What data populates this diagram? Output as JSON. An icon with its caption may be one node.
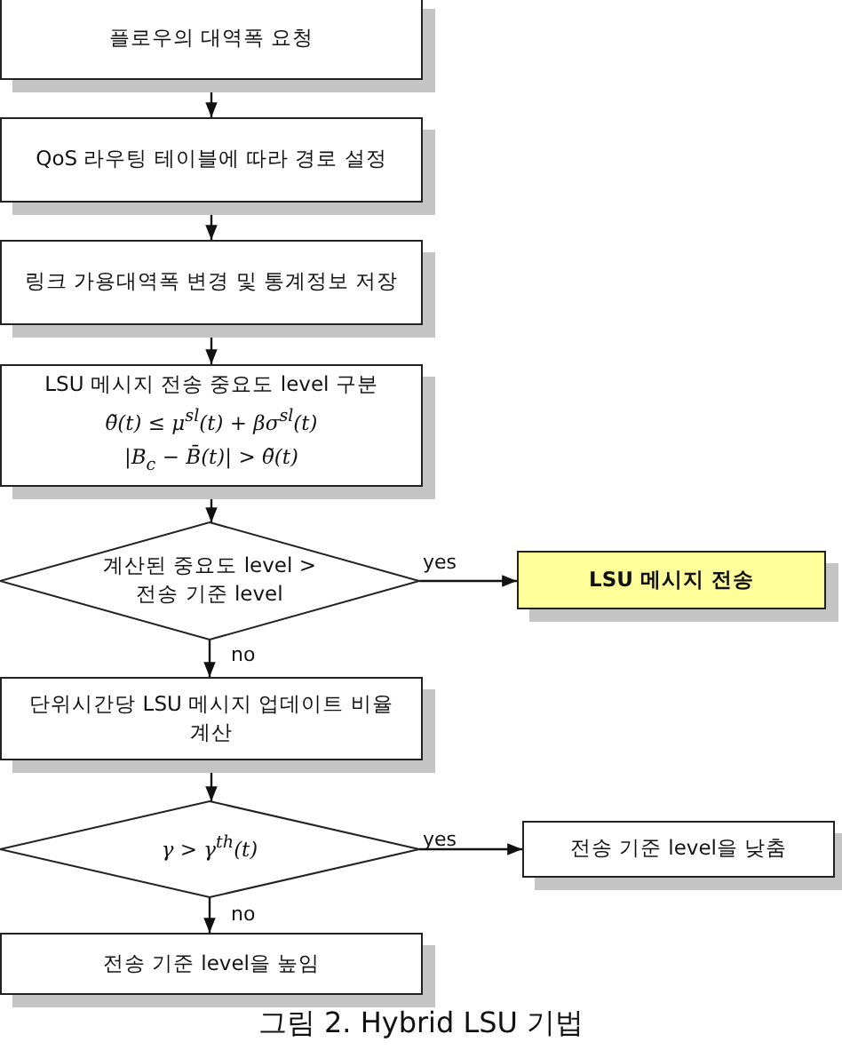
{
  "diagram": {
    "caption": "그림 2. Hybrid LSU 기법",
    "nodes": [
      {
        "text": [
          "플로우의 대역폭 요청"
        ]
      },
      {
        "text": [
          "QoS 라우팅 테이블에 따라 경로 설정"
        ]
      },
      {
        "text": [
          "링크 가용대역폭 변경 및 통계정보 저장"
        ]
      },
      {
        "text": [
          "LSU 메시지 전송 중요도 level 구분",
          "θ̃(t) ≤ μ$^{sl}$(t) + βσ$^{sl}$(t)",
          "|B$_{c}$ − B̄(t)| > θ̃(t)"
        ]
      },
      {
        "text": [
          "계산된 중요도 level > 전송 기준 level"
        ]
      },
      {
        "text": [
          "LSU 메시지 전송"
        ]
      },
      {
        "text": [
          "단위시간당 LSU 메시지 업데이트 비율 계산"
        ]
      },
      {
        "text": [
          "γ > γ$^{th}$(t)"
        ]
      },
      {
        "text": [
          "전송 기준 level을 낮춤"
        ]
      },
      {
        "text": [
          "전송 기준 level을 높임"
        ]
      }
    ],
    "edges": [
      {
        "from": 0,
        "to": 1,
        "arrow": "to"
      },
      {
        "from": 1,
        "to": 2,
        "arrow": "to"
      },
      {
        "from": 2,
        "to": 3,
        "arrow": "to"
      },
      {
        "from": 3,
        "to": 4,
        "arrow": "to"
      },
      {
        "from": 4,
        "to": 5,
        "arrow": "to",
        "label": "yes"
      },
      {
        "from": 4,
        "to": 6,
        "arrow": "to",
        "label": "no"
      },
      {
        "from": 6,
        "to": 7,
        "arrow": "to"
      },
      {
        "from": 7,
        "to": 8,
        "arrow": "to",
        "label": "yes"
      },
      {
        "from": 7,
        "to": 9,
        "arrow": "to",
        "label": "no"
      }
    ]
  }
}
